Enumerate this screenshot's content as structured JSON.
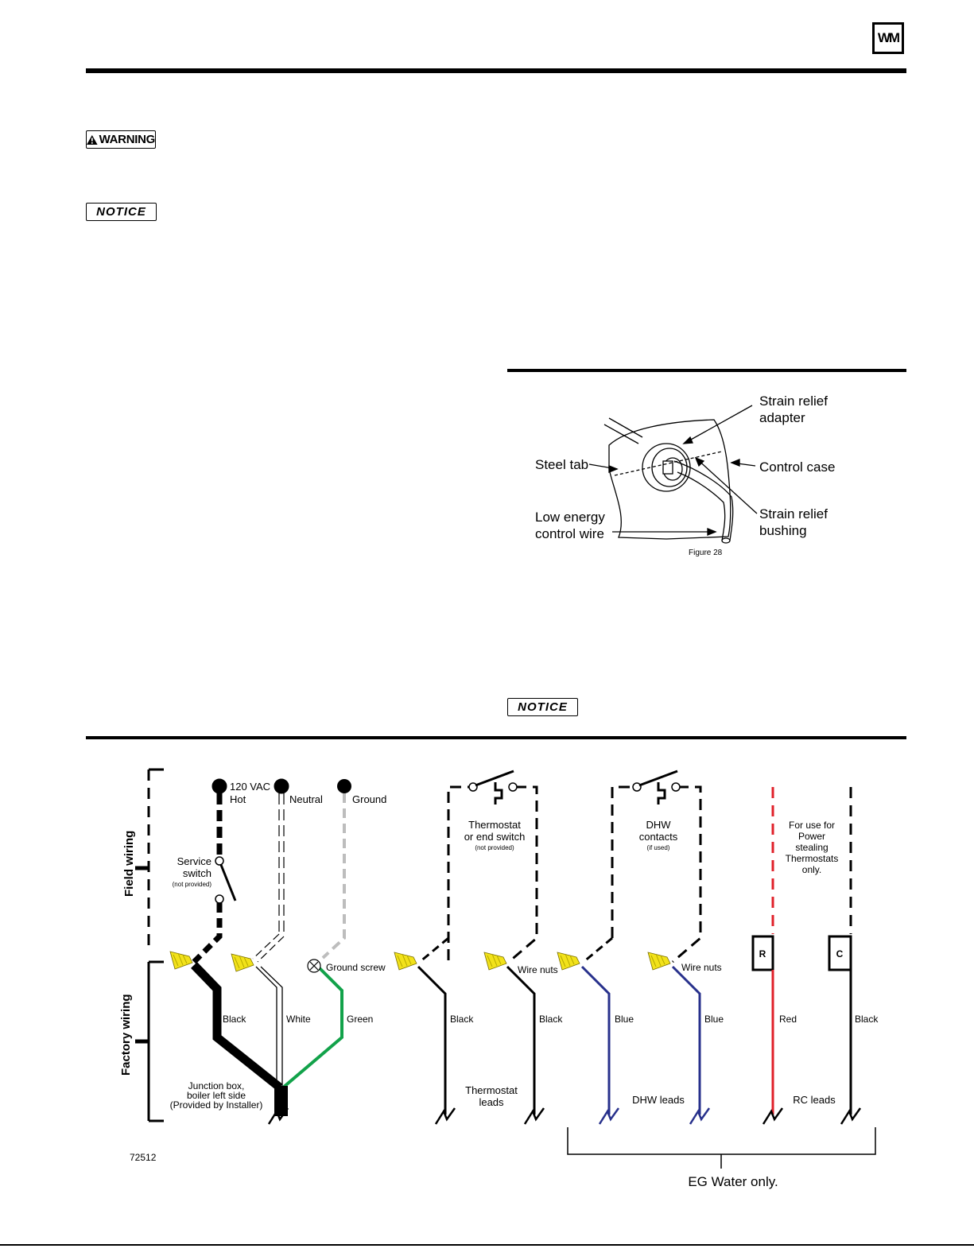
{
  "header": {
    "logo_text": "WM"
  },
  "badges": {
    "warning": "WARNING",
    "notice_1": "NOTICE",
    "notice_2": "NOTICE"
  },
  "figure28": {
    "strain_relief_adapter_1": "Strain relief",
    "strain_relief_adapter_2": "adapter",
    "steel_tab": "Steel tab",
    "control_case": "Control case",
    "strain_relief_bushing_1": "Strain relief",
    "strain_relief_bushing_2": "bushing",
    "low_energy_1": "Low energy",
    "low_energy_2": "control wire",
    "caption": "Figure 28"
  },
  "wiring": {
    "field_wiring": "Field wiring",
    "factory_wiring": "Factory wiring",
    "vac_hot_1": "120 VAC",
    "vac_hot_2": "Hot",
    "neutral": "Neutral",
    "ground": "Ground",
    "service_switch_1": "Service",
    "service_switch_2": "switch",
    "service_switch_3": "(not provided)",
    "thermostat_1": "Thermostat",
    "thermostat_2": "or end switch",
    "thermostat_3": "(not provided)",
    "dhw_1": "DHW",
    "dhw_2": "contacts",
    "dhw_3": "(if used)",
    "power_1": "For use for",
    "power_2": "Power",
    "power_3": "stealing",
    "power_4": "Thermostats",
    "power_5": "only.",
    "ground_screw": "Ground screw",
    "wire_nuts_1": "Wire nuts",
    "wire_nuts_2": "Wire nuts",
    "terminal_r": "R",
    "terminal_c": "C",
    "black_1": "Black",
    "white": "White",
    "green": "Green",
    "black_2": "Black",
    "black_3": "Black",
    "blue_1": "Blue",
    "blue_2": "Blue",
    "red": "Red",
    "black_4": "Black",
    "junction_1": "Junction box,",
    "junction_2": "boiler left side",
    "junction_3": "(Provided by Installer)",
    "thermostat_leads_1": "Thermostat",
    "thermostat_leads_2": "leads",
    "dhw_leads": "DHW leads",
    "rc_leads": "RC leads",
    "figure_number": "72512",
    "eg_water": "EG Water only."
  },
  "colors": {
    "blue_wire": "#28318c",
    "red_wire": "#e0202a",
    "green_wire": "#12a24a",
    "wire_nut": "#f2e21a",
    "gray_wire": "#bdbdbd"
  }
}
